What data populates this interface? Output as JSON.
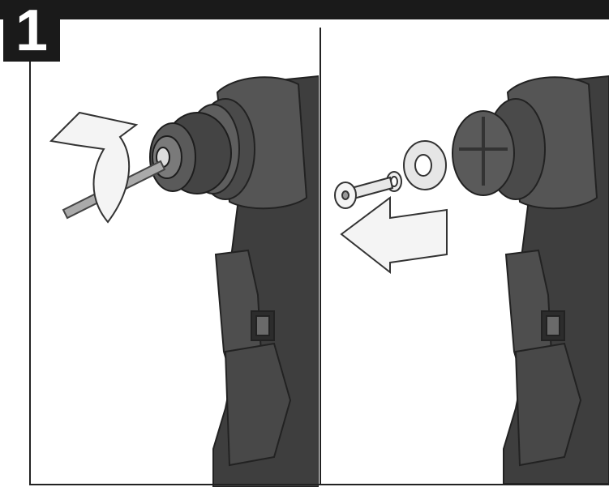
{
  "step": {
    "number": "1"
  },
  "panels": [
    {
      "id": "panel-1",
      "arrow": "curved-rotate-arrow",
      "illustration": "tool-head-with-hex-key"
    },
    {
      "id": "panel-2",
      "arrow": "pull-out-arrow-left",
      "illustration": "tool-head-with-bolt-and-washer-removed"
    }
  ],
  "colors": {
    "frame": "#1a1a1a",
    "tool_dark": "#3a3a3a",
    "tool_mid": "#5a5a5a",
    "tool_light": "#8a8a8a",
    "arrow_fill": "#f4f4f4",
    "arrow_stroke": "#333333"
  }
}
